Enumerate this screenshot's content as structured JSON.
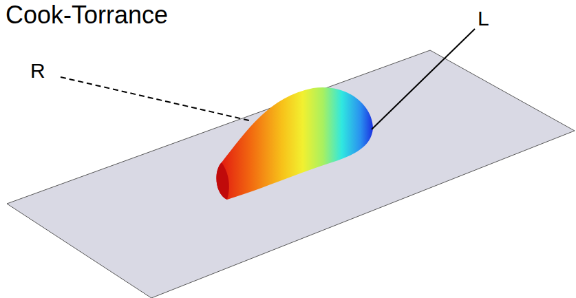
{
  "diagram": {
    "title": "Cook-Torrance",
    "labels": [
      "R",
      "L"
    ]
  }
}
